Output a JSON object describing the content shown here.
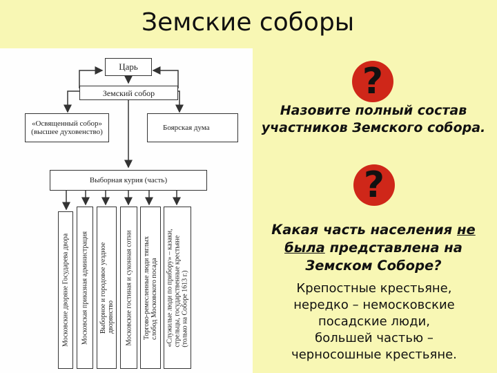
{
  "title": "Земские соборы",
  "diagram": {
    "tsar": "Царь",
    "zemsky_sobor": "Земский собор",
    "clergy": "«Освященный собор»\n(высшее духовенство)",
    "boyar_duma": "Боярская дума",
    "elected_curia": "Выборная курия (часть)",
    "groups": [
      "Московские дворяне Государева двора",
      "Московская приказная администрация",
      "Выборное и городовое уездное\nдворянство",
      "Московские гостиная и суконная сотни",
      "Торгово-ремесленные люди тяглых\nслобод Московского посада",
      "«Служилые люди по прибору» – казаки,\nстрельцы, государственные крестьяне\n(только на Соборе 1613 г.)"
    ]
  },
  "question_badge": "?",
  "question1": "Назовите полный состав участников Земского собора.",
  "question2": {
    "before": "Какая часть населения ",
    "underlined": "не была",
    "after": " представлена на Земском Соборе?"
  },
  "answer": "Крепостные крестьяне,\nнередко – немосковские\nпосадские люди,\nбольшей частью –\nчерносошные крестьяне."
}
